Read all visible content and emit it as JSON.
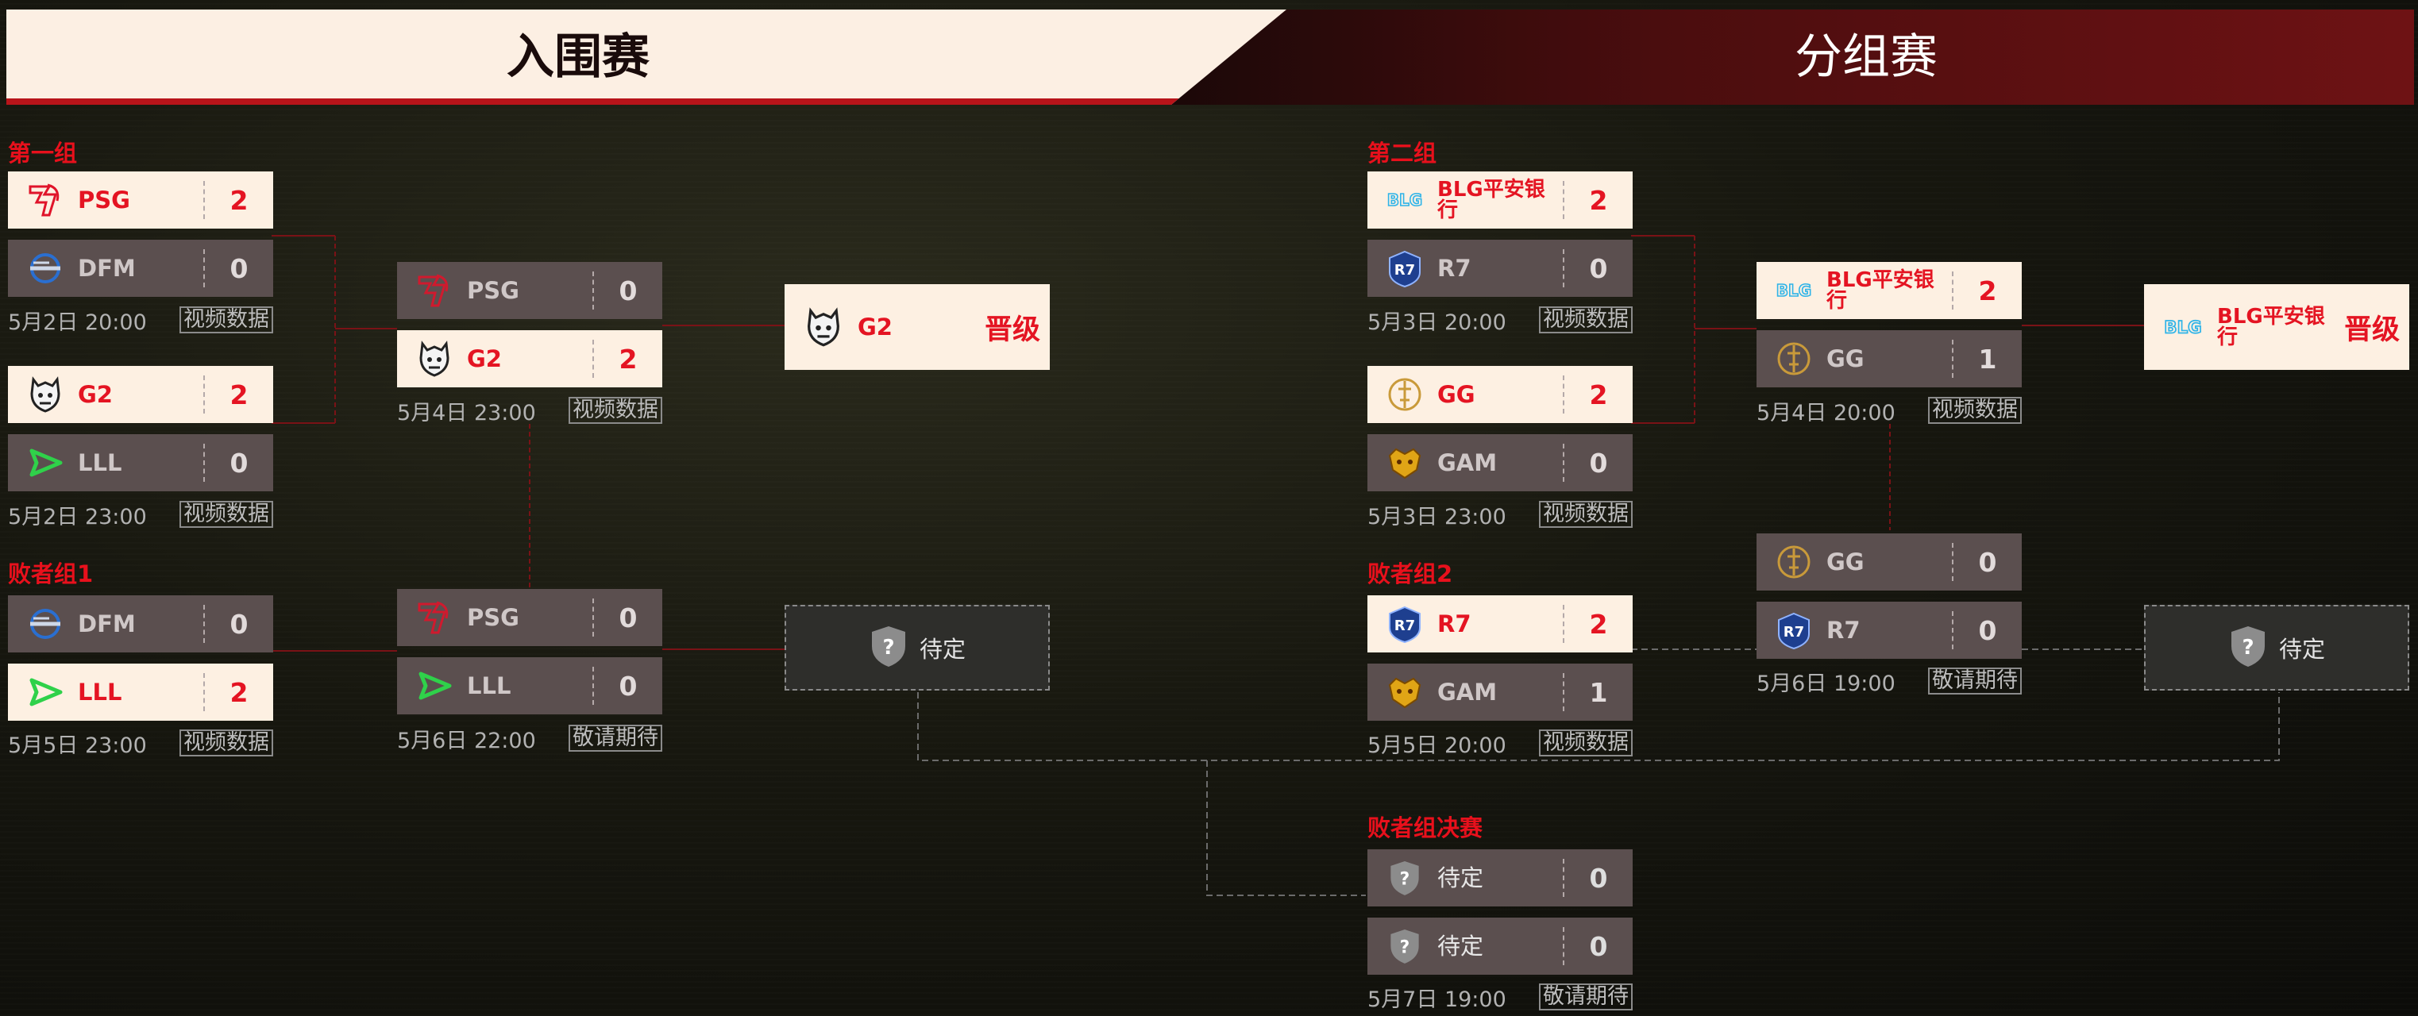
{
  "header": {
    "left_title": "入围赛",
    "right_title": "分组赛"
  },
  "colors": {
    "accent": "#e41422",
    "win_bg": "#fdf0e2",
    "lose_bg": "#5b4f4f",
    "header_red": "#6e1214"
  },
  "play_in": {
    "group1": {
      "label": "第一组",
      "match1": {
        "teams": [
          {
            "name": "PSG",
            "score": "2",
            "logo": "psg-logo"
          },
          {
            "name": "DFM",
            "score": "0",
            "logo": "dfm-logo"
          }
        ],
        "time": "5月2日 20:00",
        "link": "视频数据"
      },
      "match2": {
        "teams": [
          {
            "name": "G2",
            "score": "2",
            "logo": "g2-logo"
          },
          {
            "name": "LLL",
            "score": "0",
            "logo": "lll-logo"
          }
        ],
        "time": "5月2日 23:00",
        "link": "视频数据"
      },
      "final": {
        "teams": [
          {
            "name": "PSG",
            "score": "0",
            "logo": "psg-logo"
          },
          {
            "name": "G2",
            "score": "2",
            "logo": "g2-logo"
          }
        ],
        "time": "5月4日 23:00",
        "link": "视频数据"
      },
      "advance": {
        "name": "G2",
        "tag": "晋级",
        "logo": "g2-logo"
      }
    },
    "losers1": {
      "label": "败者组1",
      "match1": {
        "teams": [
          {
            "name": "DFM",
            "score": "0",
            "logo": "dfm-logo"
          },
          {
            "name": "LLL",
            "score": "2",
            "logo": "lll-logo"
          }
        ],
        "time": "5月5日 23:00",
        "link": "视频数据"
      },
      "final": {
        "teams": [
          {
            "name": "PSG",
            "score": "0",
            "logo": "psg-logo"
          },
          {
            "name": "LLL",
            "score": "0",
            "logo": "lll-logo"
          }
        ],
        "time": "5月6日 22:00",
        "link": "敬请期待"
      },
      "pending": {
        "name": "待定"
      }
    },
    "group2": {
      "label": "第二组",
      "match1": {
        "teams": [
          {
            "name": "BLG平安银行",
            "score": "2",
            "logo": "blg-logo"
          },
          {
            "name": "R7",
            "score": "0",
            "logo": "r7-logo"
          }
        ],
        "time": "5月3日 20:00",
        "link": "视频数据"
      },
      "match2": {
        "teams": [
          {
            "name": "GG",
            "score": "2",
            "logo": "gg-logo"
          },
          {
            "name": "GAM",
            "score": "0",
            "logo": "gam-logo"
          }
        ],
        "time": "5月3日 23:00",
        "link": "视频数据"
      },
      "final": {
        "teams": [
          {
            "name": "BLG平安银行",
            "score": "2",
            "logo": "blg-logo"
          },
          {
            "name": "GG",
            "score": "1",
            "logo": "gg-logo"
          }
        ],
        "time": "5月4日 20:00",
        "link": "视频数据"
      },
      "advance": {
        "name": "BLG平安银行",
        "tag": "晋级",
        "logo": "blg-logo"
      }
    },
    "losers2": {
      "label": "败者组2",
      "match1": {
        "teams": [
          {
            "name": "R7",
            "score": "2",
            "logo": "r7-logo"
          },
          {
            "name": "GAM",
            "score": "1",
            "logo": "gam-logo"
          }
        ],
        "time": "5月5日 20:00",
        "link": "视频数据"
      },
      "final": {
        "teams": [
          {
            "name": "GG",
            "score": "0",
            "logo": "gg-logo"
          },
          {
            "name": "R7",
            "score": "0",
            "logo": "r7-logo"
          }
        ],
        "time": "5月6日 19:00",
        "link": "敬请期待"
      },
      "pending": {
        "name": "待定"
      }
    },
    "losers_final": {
      "label": "败者组决赛",
      "teams": [
        {
          "name": "待定",
          "score": "0",
          "logo": "shield-question-icon"
        },
        {
          "name": "待定",
          "score": "0",
          "logo": "shield-question-icon"
        }
      ],
      "time": "5月7日 19:00",
      "link": "敬请期待"
    }
  }
}
